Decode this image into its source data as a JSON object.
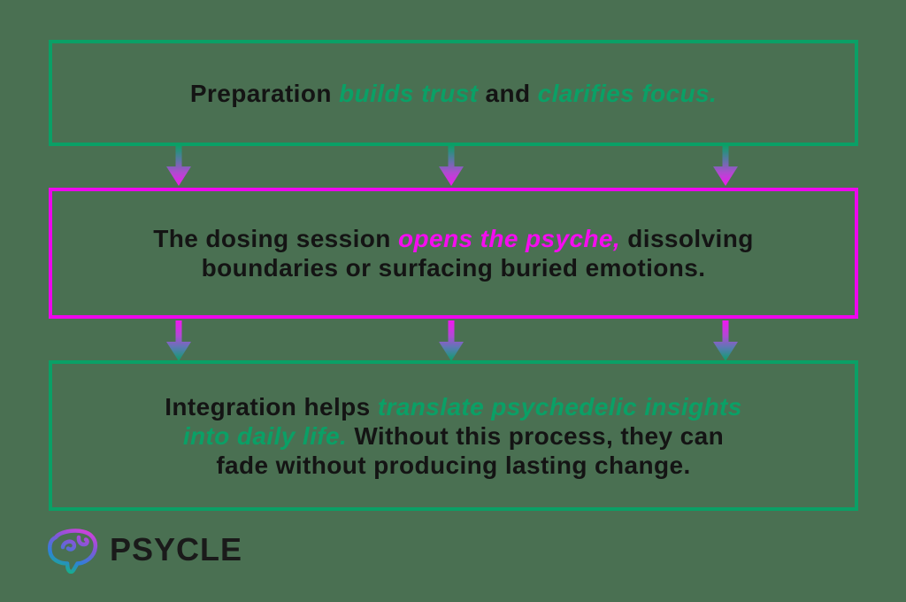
{
  "canvas": {
    "background": "#4a7052",
    "text_color": "#141414"
  },
  "boxes": [
    {
      "name": "preparation-box",
      "border_color": "#0aa066",
      "highlight_color": "#0aa066",
      "lines": [
        [
          {
            "t": "Preparation ",
            "h": false
          },
          {
            "t": "builds trust",
            "h": true
          },
          {
            "t": " and ",
            "h": false
          },
          {
            "t": "clarifies focus.",
            "h": true
          }
        ]
      ]
    },
    {
      "name": "dosing-box",
      "border_color": "#ee06ee",
      "highlight_color": "#f50cf0",
      "lines": [
        [
          {
            "t": "The dosing session ",
            "h": false
          },
          {
            "t": "opens the psyche,",
            "h": true
          },
          {
            "t": " dissolving",
            "h": false
          }
        ],
        [
          {
            "t": "boundaries or surfacing buried emotions.",
            "h": false
          }
        ]
      ]
    },
    {
      "name": "integration-box",
      "border_color": "#0aa066",
      "highlight_color": "#0aa066",
      "lines": [
        [
          {
            "t": "Integration helps ",
            "h": false
          },
          {
            "t": "translate psychedelic insights",
            "h": true
          }
        ],
        [
          {
            "t": "into daily life.",
            "h": true
          },
          {
            "t": " Without this process, they can",
            "h": false
          }
        ],
        [
          {
            "t": "fade without producing lasting change.",
            "h": false
          }
        ]
      ]
    }
  ],
  "arrows": {
    "icon": "arrow-down-icon",
    "rows": 2,
    "per_row": 3,
    "row1_gradient": [
      "#0aa066",
      "#5f74a8",
      "#b04ad0",
      "#f316f3"
    ],
    "row2_gradient": [
      "#f316f3",
      "#b04ad4",
      "#567cb0",
      "#0aa066"
    ]
  },
  "logo": {
    "text": "PSYCLE",
    "icon": "brain-logo-icon",
    "text_color": "#1a1a1a",
    "icon_gradient": [
      "#e03ddd",
      "#8456d8",
      "#2f80d8",
      "#12b97a"
    ]
  }
}
